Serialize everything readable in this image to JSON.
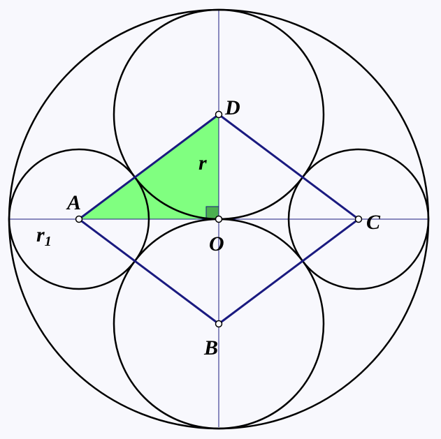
{
  "diagram": {
    "points": {
      "A": "A",
      "B": "B",
      "C": "C",
      "D": "D",
      "O": "O"
    },
    "radius_label": "r",
    "small_radius_label": {
      "base": "r",
      "sub": "1"
    },
    "colors": {
      "background": "#f8f8fd",
      "circle_stroke": "#000000",
      "rhombus_stroke": "#1a1a80",
      "axis_stroke": "#1a1a80",
      "triangle_fill": "#80ff80",
      "right_angle_fill": "#4caf50"
    }
  }
}
